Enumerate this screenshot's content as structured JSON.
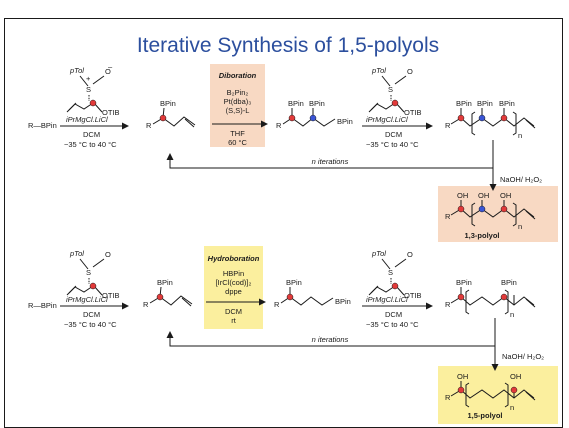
{
  "title": "Iterative Synthesis of 1,5-polyols",
  "colors": {
    "title": "#2c4f9e",
    "diboration_box": "#f8d9c3",
    "hydroboration_box": "#fbef9e",
    "polyol13_box": "#f8d9c3",
    "polyol15_box": "#fbef9e",
    "atom_red": "#e23a3a",
    "atom_blue": "#3a55d6",
    "text": "#1a1a1a"
  },
  "row1": {
    "reagent1": {
      "ptol": "pTol",
      "s": "S",
      "o": "O",
      "otib": "OTIB",
      "grignard": "iPrMgCl.LiCl",
      "solvent": "DCM",
      "temp": "−35 °C to 40 °C"
    },
    "start": "R—BPin",
    "intermediate1": {
      "bpin": "BPin",
      "r": "R"
    },
    "diboration": {
      "title": "Diboration",
      "l1": "B₂Pin₂",
      "l2": "Pt(dba)₃",
      "l3": "(S,S)-L",
      "l4": "THF",
      "l5": "60 °C"
    },
    "intermediate2": {
      "bpin1": "BPin",
      "bpin2": "BPin",
      "bpin3": "BPin",
      "r": "R"
    },
    "reagent2": {
      "ptol": "pTol",
      "s": "S",
      "o": "O",
      "otib": "OTIB",
      "grignard": "iPrMgCl.LiCl",
      "solvent": "DCM",
      "temp": "−35 °C to 40 °C"
    },
    "product": {
      "bpin1": "BPin",
      "bpin2": "BPin",
      "bpin3": "BPin",
      "r": "R",
      "n": "n"
    },
    "iterations": "n iterations",
    "oxidation": "NaOH/ H₂O₂",
    "polyol": {
      "oh1": "OH",
      "oh2": "OH",
      "oh3": "OH",
      "r": "R",
      "n": "n",
      "name": "1,3-polyol"
    }
  },
  "row2": {
    "reagent1": {
      "ptol": "pTol",
      "s": "S",
      "o": "O",
      "otib": "OTIB",
      "grignard": "iPrMgCl.LiCl",
      "solvent": "DCM",
      "temp": "−35 °C to 40 °C"
    },
    "start": "R—BPin",
    "intermediate1": {
      "bpin": "BPin",
      "r": "R"
    },
    "hydroboration": {
      "title": "Hydroboration",
      "l1": "HBPin",
      "l2": "[IrCl(cod)]₂",
      "l3": "dppe",
      "l4": "DCM",
      "l5": "rt"
    },
    "intermediate2": {
      "bpin1": "BPin",
      "bpin2": "BPin",
      "r": "R"
    },
    "reagent2": {
      "ptol": "pTol",
      "s": "S",
      "o": "O",
      "otib": "OTIB",
      "grignard": "iPrMgCl.LiCl",
      "solvent": "DCM",
      "temp": "−35 °C to 40 °C"
    },
    "product": {
      "bpin1": "BPin",
      "bpin2": "BPin",
      "r": "R",
      "n": "n"
    },
    "iterations": "n iterations",
    "oxidation": "NaOH/ H₂O₂",
    "polyol": {
      "oh1": "OH",
      "oh2": "OH",
      "r": "R",
      "n": "n",
      "name": "1,5-polyol"
    }
  }
}
